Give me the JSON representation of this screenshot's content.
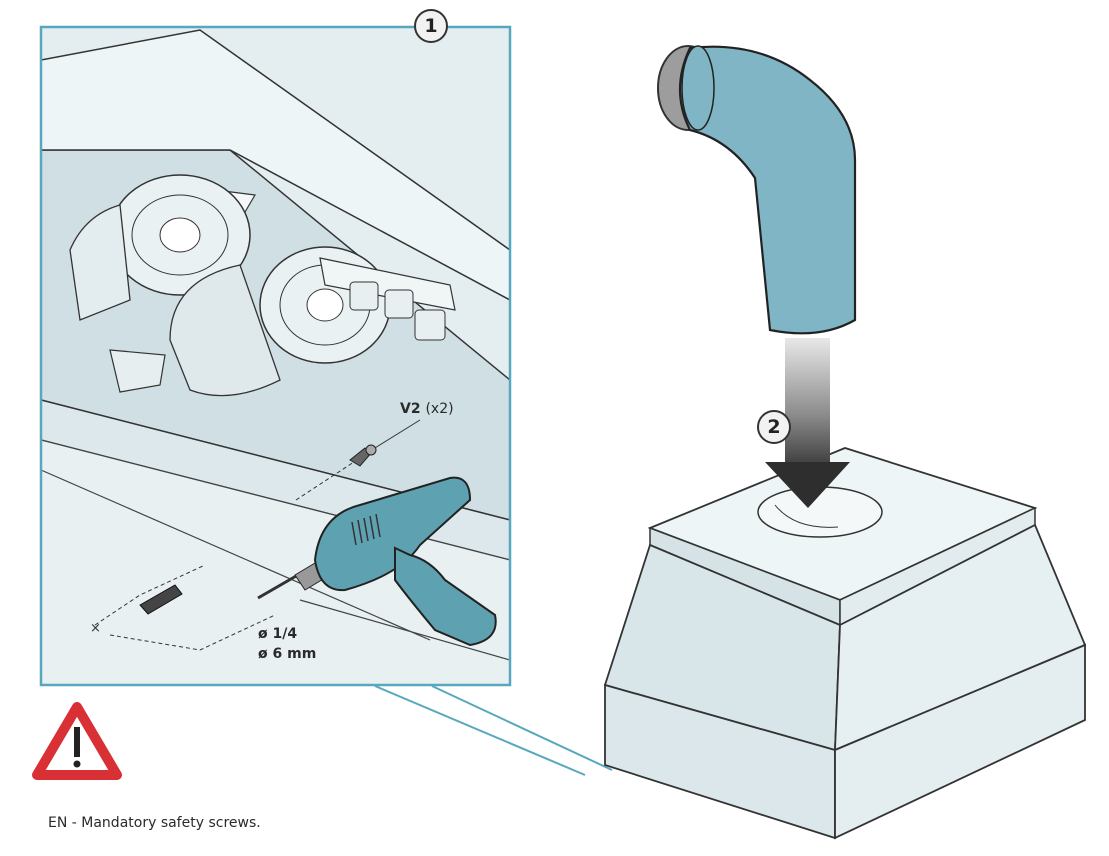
{
  "steps": {
    "step1": "1",
    "step2": "2"
  },
  "labels": {
    "screw": "V2",
    "screw_count": "(x2)",
    "drill_imperial": "ø 1/4",
    "drill_metric": "ø 6 mm"
  },
  "warning": {
    "text": "EN - Mandatory safety screws."
  },
  "colors": {
    "duct": "#7fb5c4",
    "drill": "#5ea2b2",
    "detail_bg": "#dbe6e8",
    "hood": "#dde8ea",
    "frame": "#57a8be",
    "warning_red": "#d93036"
  },
  "icons": [
    "warning-triangle-icon",
    "drill-icon",
    "screw-icon",
    "wall-plug-icon",
    "arrow-down-icon"
  ]
}
